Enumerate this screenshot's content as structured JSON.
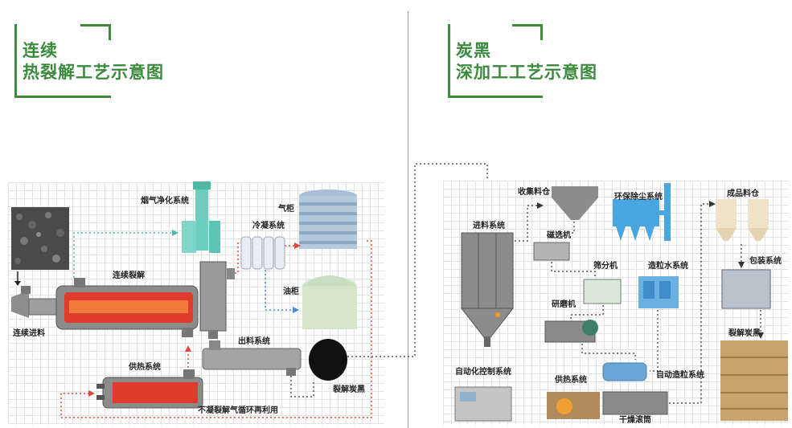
{
  "left_title": {
    "line1": "连续",
    "line2": "热裂解工艺示意图"
  },
  "right_title": {
    "line1": "炭黑",
    "line2": "深加工工艺示意图"
  },
  "left_diagram": {
    "labels": {
      "flue_gas": "烟气净化系统",
      "gas_holder": "气柜",
      "condensing": "冷凝系统",
      "continuous_pyrolysis": "连续裂解",
      "oil_tank": "油柜",
      "continuous_feed": "连续进料",
      "discharge": "出料系统",
      "heating": "供热系统",
      "pyrolysis_carbon": "裂解炭黑",
      "gas_recycle": "不凝裂解气循环再利用"
    }
  },
  "right_diagram": {
    "labels": {
      "collect_bin": "收集料仓",
      "dust_removal": "环保除尘系统",
      "product_bin": "成品料仓",
      "feeding": "进料系统",
      "magnetic": "磁选机",
      "screening": "筛分机",
      "water_system": "造粒水系统",
      "packing": "包装系统",
      "grinder": "研磨机",
      "pyrolysis_carbon": "裂解炭黑",
      "auto_control": "自动化控制系统",
      "heating": "供热系统",
      "auto_granulation": "自动造粒系统",
      "dryer": "干燥滚筒"
    }
  },
  "colors": {
    "accent_green": "#3e8a3b",
    "flow_red": "#e0463f",
    "flow_blue": "#4a8ad6",
    "flow_teal": "#4fb6a8",
    "flow_black": "#333333"
  }
}
